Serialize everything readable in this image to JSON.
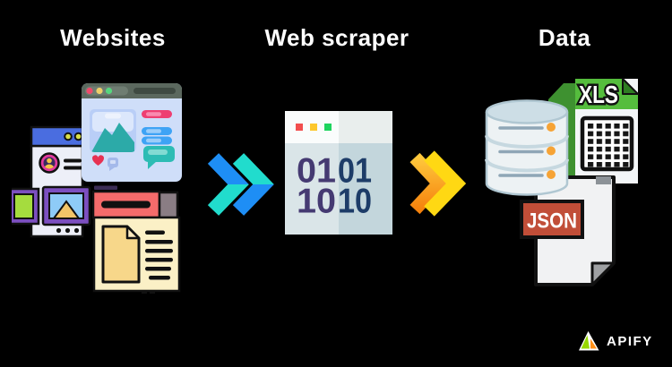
{
  "background": "#000000",
  "pipeline": {
    "stages": [
      {
        "title": "Websites",
        "icon": "websites-collage-icon"
      },
      {
        "title": "Web scraper",
        "icon": "binary-code-browser-icon"
      },
      {
        "title": "Data",
        "icon": "database-xls-json-icon"
      }
    ],
    "arrows": [
      {
        "style": "double-chevron",
        "colors": [
          "#1e8ef5",
          "#21dccd"
        ]
      },
      {
        "style": "double-chevron",
        "colors": [
          "#f5820d",
          "#ffd813"
        ]
      }
    ],
    "binary_code": {
      "row1": [
        "01",
        "01"
      ],
      "row2": [
        "10",
        "10"
      ]
    },
    "file_labels": {
      "xls": "XLS",
      "json": "JSON"
    }
  },
  "branding": {
    "name": "APIFY"
  },
  "colors": {
    "title": "#ffffff",
    "arrow_blue": "#1e8ef5",
    "arrow_cyan": "#21dccd",
    "arrow_orange_dark": "#f5820d",
    "arrow_orange_light": "#ffc83c",
    "arrow_yellow": "#ffd813",
    "xls_green": "#55bd3d",
    "json_red": "#c14e38",
    "binary_purple": "#453a72",
    "binary_navy": "#1d3c68",
    "apify_green": "#97d700",
    "apify_orange": "#ff9018"
  }
}
